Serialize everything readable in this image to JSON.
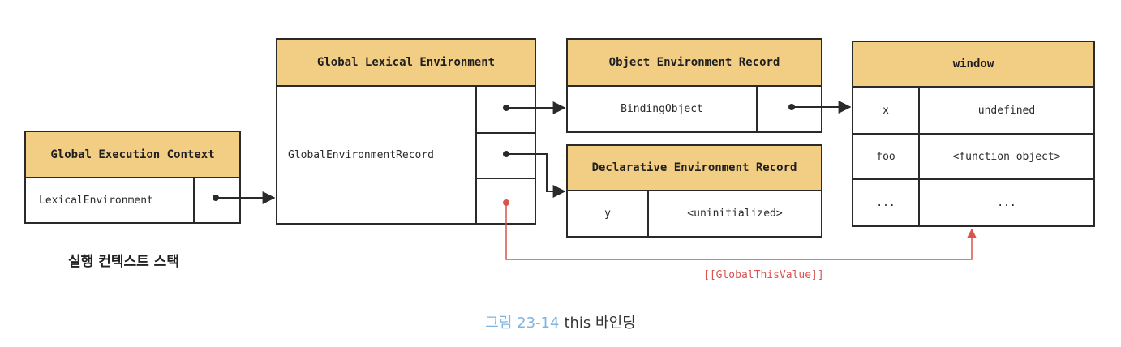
{
  "execution_context": {
    "title": "Global Execution Context",
    "field": "LexicalEnvironment",
    "caption": "실행 컨텍스트 스택"
  },
  "lexical_env": {
    "title": "Global Lexical Environment",
    "record": "GlobalEnvironmentRecord"
  },
  "object_record": {
    "title": "Object Environment Record",
    "field": "BindingObject"
  },
  "declarative_record": {
    "title": "Declarative Environment Record",
    "key": "y",
    "value": "<uninitialized>"
  },
  "window": {
    "title": "window",
    "rows": [
      {
        "key": "x",
        "value": "undefined"
      },
      {
        "key": "foo",
        "value": "<function object>"
      },
      {
        "key": "...",
        "value": "..."
      }
    ]
  },
  "this_binding_label": "[[GlobalThisValue]]",
  "figure": {
    "number": "그림 23-14",
    "title": "this 바인딩"
  },
  "colors": {
    "header_fill": "#f2cd84",
    "border": "#2a2a2a",
    "this_arrow": "#d9534f",
    "figure_number": "#7fb3e0"
  }
}
